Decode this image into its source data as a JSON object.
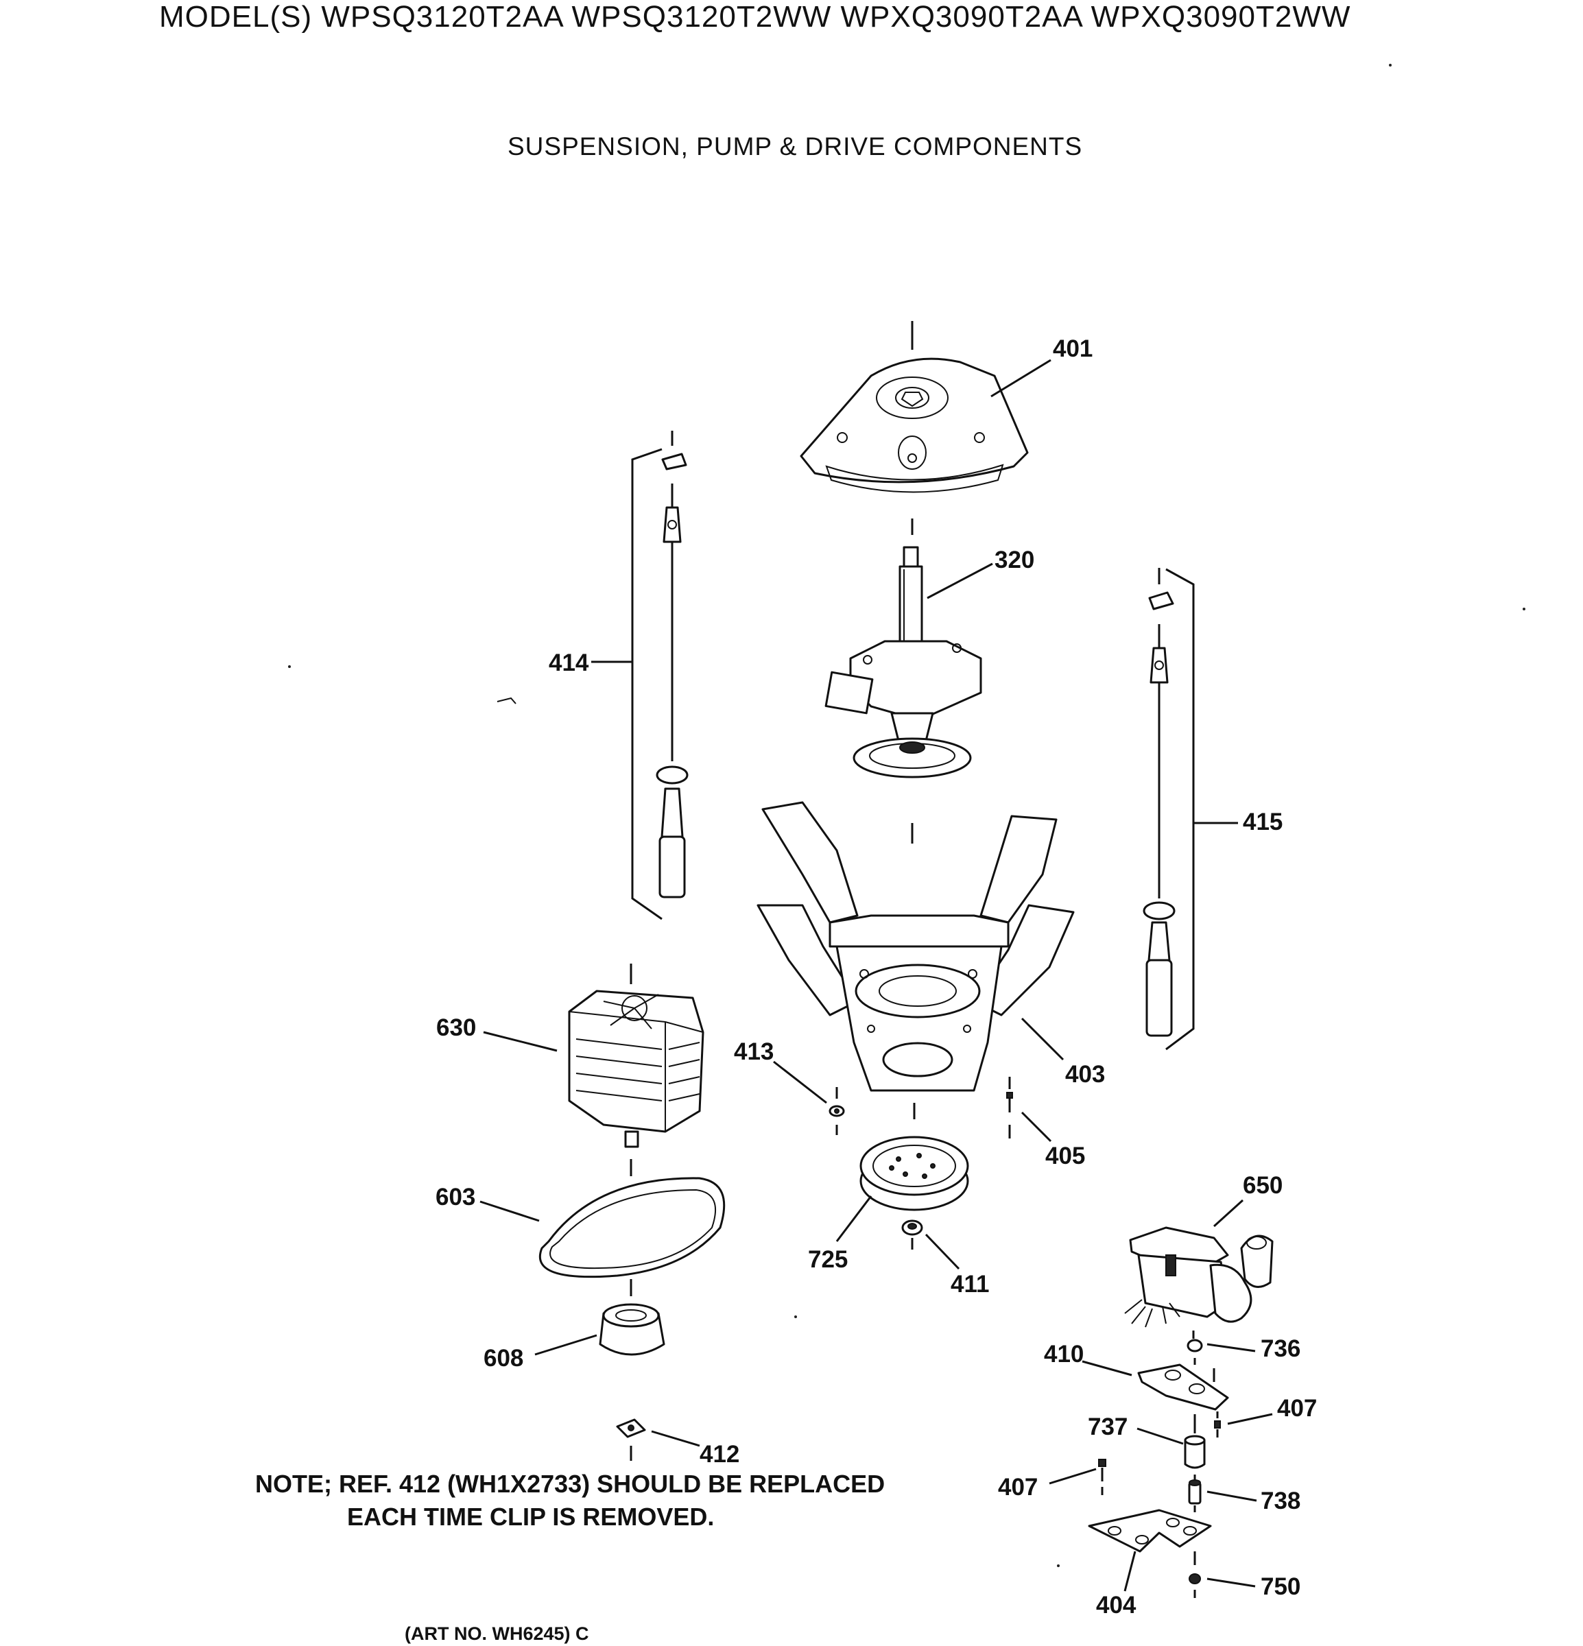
{
  "header": {
    "models": "MODEL(S) WPSQ3120T2AA  WPSQ3120T2WW  WPXQ3090T2AA  WPXQ3090T2WW",
    "section_title": "SUSPENSION, PUMP & DRIVE COMPONENTS"
  },
  "callouts": {
    "p401": "401",
    "p320": "320",
    "p414": "414",
    "p415": "415",
    "p403": "403",
    "p630": "630",
    "p413": "413",
    "p405": "405",
    "p603": "603",
    "p725": "725",
    "p411": "411",
    "p650": "650",
    "p608": "608",
    "p736": "736",
    "p410": "410",
    "p407a": "407",
    "p737": "737",
    "p412": "412",
    "p407b": "407",
    "p738": "738",
    "p404": "404",
    "p750": "750"
  },
  "note": {
    "line1": "NOTE; REF. 412 (WH1X2733) SHOULD BE REPLACED",
    "line2": "EACH TIME CLIP IS REMOVED."
  },
  "footer": {
    "art_number": "(ART NO. WH6245) C"
  }
}
